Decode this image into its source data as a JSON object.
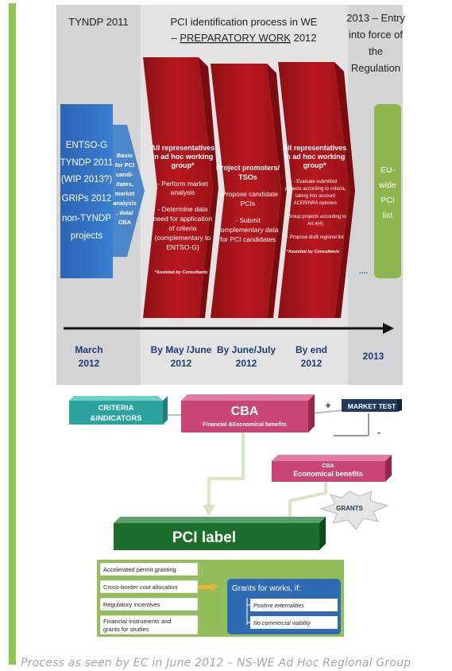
{
  "top_diagram": {
    "header_left": "TYNDP 2011",
    "header_center_1": "PCI identification process in WE",
    "header_center_2_prefix": "– ",
    "header_center_2_underlined": "PREPARATORY WORK",
    "header_center_2_suffix": " 2012",
    "header_right": [
      "2013 – Entry",
      "into force of",
      "the",
      "Regulation"
    ],
    "blue_box_lines": [
      "ENTSO-G",
      "TYNDP 2011",
      "(WIP 2013?)",
      "GRIPs 2012",
      "non-TYNDP",
      "projects"
    ],
    "basis_arrow_lines": [
      "Basis",
      "for PCI",
      "candi-",
      "dates,",
      "market",
      "analysis",
      ", data/",
      "CBA"
    ],
    "column1": {
      "title_lines": [
        "All representatives",
        "in ad hoc working",
        "group*"
      ],
      "body_lines": [
        "- Perform market",
        "analysis",
        "",
        "- Determine data",
        "need for application",
        "of criteria",
        "(complementary to",
        "ENTSO-G)"
      ],
      "footnote": "*Assisted by Consultants"
    },
    "column2": {
      "title_lines": [
        "Project promoters/",
        "TSOs"
      ],
      "body_lines": [
        "- Propose candidate",
        "PCIs",
        "",
        "- Submit",
        "complementary data",
        "for PCI candidates"
      ]
    },
    "column3": {
      "title_lines": [
        "All representatives",
        "in ad hoc working",
        "group*"
      ],
      "body_lines": [
        "- Evaluate submitted",
        "projects according to criteria,",
        "taking into account",
        "ACER/NRA opinions",
        "",
        "- Group projects according to",
        "Art.4(4)",
        "",
        "- Propose draft regional list"
      ],
      "footnote": "*Assisted by Consultants"
    },
    "ellipsis": "....",
    "green_box_lines": [
      "EU-",
      "wide",
      "PCI",
      "list"
    ],
    "timeline": [
      {
        "line1": "March",
        "line2": "2012"
      },
      {
        "line1": "By May /June",
        "line2": "2012"
      },
      {
        "line1": "By June/July",
        "line2": "2012"
      },
      {
        "line1": "By end",
        "line2": "2012"
      },
      {
        "line1": "2013",
        "line2": ""
      }
    ]
  },
  "bottom_diagram": {
    "criteria_lines": [
      "CRITERIA",
      "&INDICATORS"
    ],
    "cba_title": "CBA",
    "cba_subtitle": "Financial &Economical benefits",
    "plus_sign": "+",
    "market_test": "MARKET TEST",
    "minus_sign": "-",
    "cba2_title": "CBA",
    "cba2_subtitle": "Economical benefits",
    "grants": "GRANTS",
    "pci_label": "PCI label",
    "benefits": [
      "Accelerated permit granting",
      "Cross-border cost allocation",
      "Regulatory incentives",
      "Financial instruments and grants for studies"
    ],
    "grants_title": "Grants for works, if:",
    "grants_conditions": [
      "Positive externalities",
      "No commercial viability"
    ]
  },
  "caption": "Process as seen by EC in June 2012 – NS-WE  Ad Hoc Regional Group",
  "colors": {
    "accent_bar": "#8dc84f",
    "panel_bg": "#d5d5d5",
    "blue_box": "#2f6fc0",
    "red_arrow": "#b0161c",
    "green_box": "#8eb44e",
    "timeline_text": "#1f3b74",
    "teal": "#2aa39e",
    "pink": "#cc3f6c",
    "navy": "#1f3b5a",
    "pci_green": "#1b6e2b",
    "grants_panel": "#93be5c",
    "grants_box": "#2e6bb3"
  }
}
